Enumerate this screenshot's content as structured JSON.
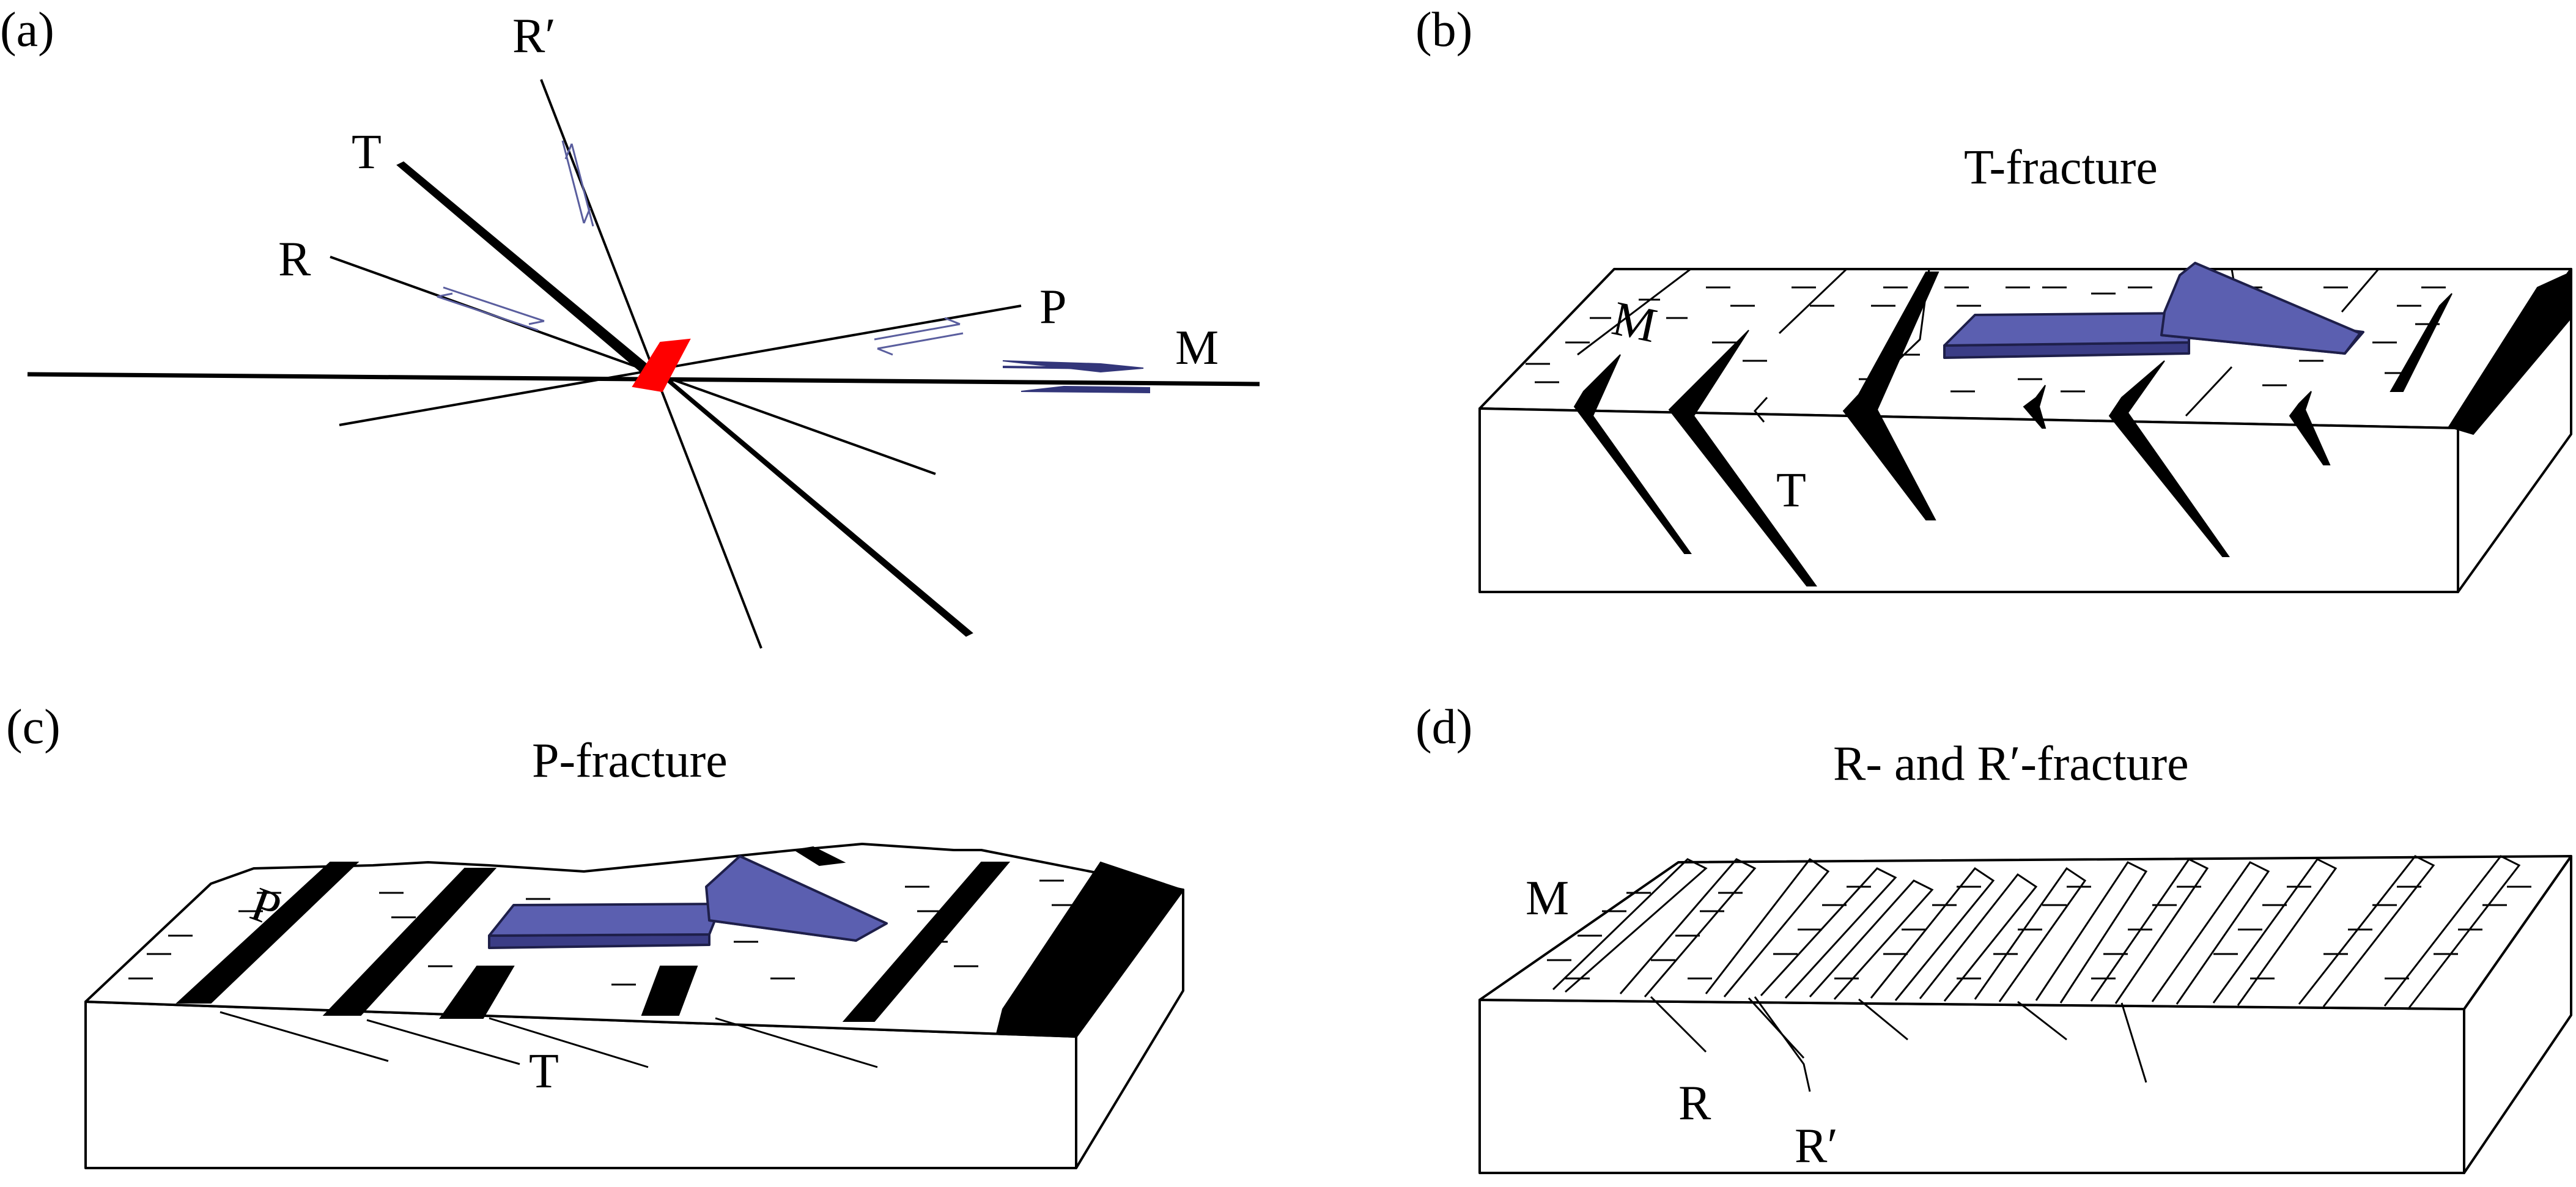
{
  "panels": {
    "a": {
      "panel_label": "(a)",
      "labels": {
        "r_prime": "R′",
        "t": "T",
        "r": "R",
        "p": "P",
        "m": "M"
      }
    },
    "b": {
      "panel_label": "(b)",
      "title": "T-fracture",
      "labels": {
        "m": "M",
        "t": "T"
      }
    },
    "c": {
      "panel_label": "(c)",
      "title": "P-fracture",
      "labels": {
        "p": "P",
        "t": "T"
      }
    },
    "d": {
      "panel_label": "(d)",
      "title": "R- and R′-fracture",
      "labels": {
        "m": "M",
        "r": "R",
        "r_prime": "R′"
      }
    }
  },
  "colors": {
    "shear_block": "#5b5fb0",
    "center_marker": "#ff0000",
    "sense_arrows": "#5a5e9e"
  }
}
